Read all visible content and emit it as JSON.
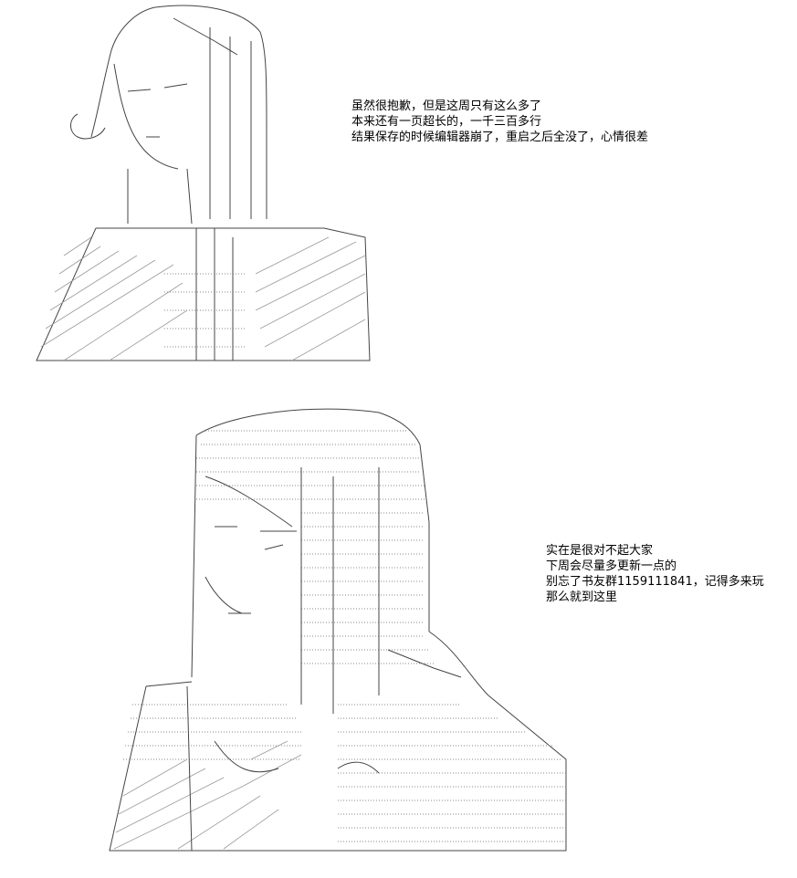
{
  "captions": {
    "top": [
      "虽然很抱歉，但是这周只有这么多了",
      "本来还有一页超长的，一千三百多行",
      "结果保存的时候编辑器崩了，重启之后全没了，心情很差"
    ],
    "bottom": [
      "实在是很对不起大家",
      "下周会尽量多更新一点的",
      "别忘了书友群1159111841，记得多来玩",
      "那么就到这里"
    ]
  }
}
